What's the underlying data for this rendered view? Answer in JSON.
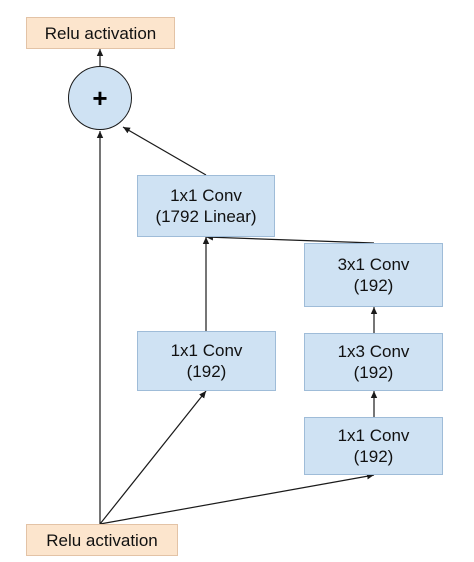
{
  "nodes": {
    "relu_top": "Relu activation",
    "relu_bottom": "Relu activation",
    "plus_symbol": "+",
    "conv_linear": {
      "line1": "1x1 Conv",
      "line2": "(1792 Linear)"
    },
    "conv_mid": {
      "line1": "1x1 Conv",
      "line2": "(192)"
    },
    "conv_3x1": {
      "line1": "3x1 Conv",
      "line2": "(192)"
    },
    "conv_1x3": {
      "line1": "1x3 Conv",
      "line2": "(192)"
    },
    "conv_right_1x1": {
      "line1": "1x1 Conv",
      "line2": "(192)"
    }
  },
  "colors": {
    "relu_fill": "#fce5cd",
    "conv_fill": "#cfe2f3",
    "edge": "#1a1a1a"
  }
}
